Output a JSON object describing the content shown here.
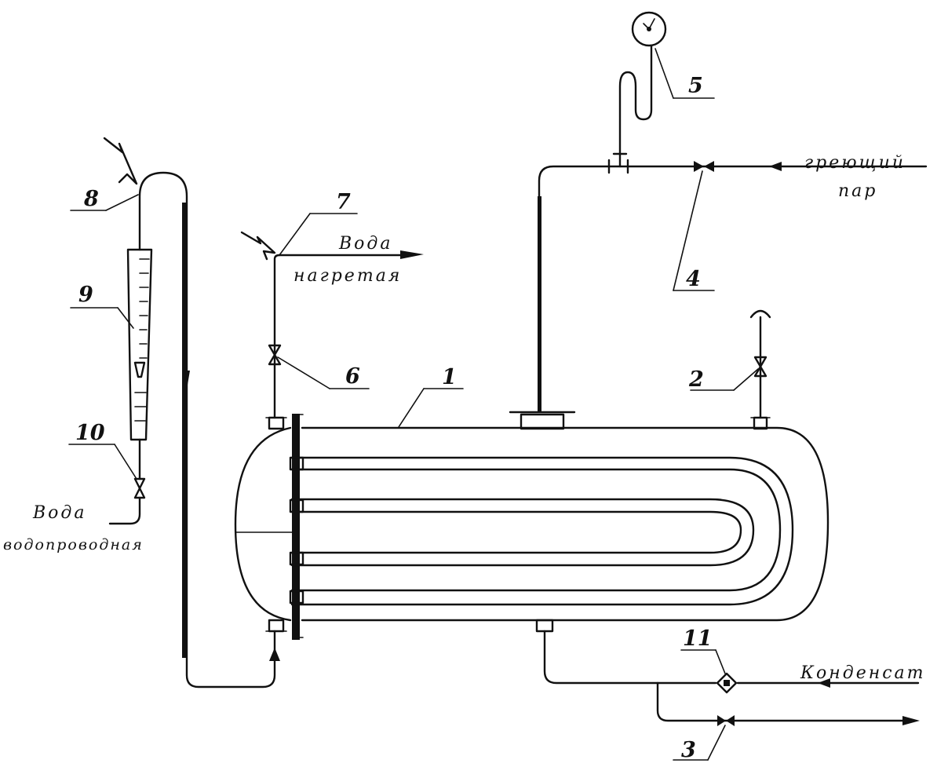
{
  "diagram": {
    "labels": {
      "n1": "1",
      "n2": "2",
      "n3": "3",
      "n4": "4",
      "n5": "5",
      "n6": "6",
      "n7": "7",
      "n8": "8",
      "n9": "9",
      "n10": "10",
      "n11": "11"
    },
    "captions": {
      "steam_line1": "греющий",
      "steam_line2": "пар",
      "hot_water_line1": "Вода",
      "hot_water_line2": "нагретая",
      "tap_water_line1": "Вода",
      "tap_water_line2": "водопроводная",
      "condensate": "Конденсат"
    }
  }
}
